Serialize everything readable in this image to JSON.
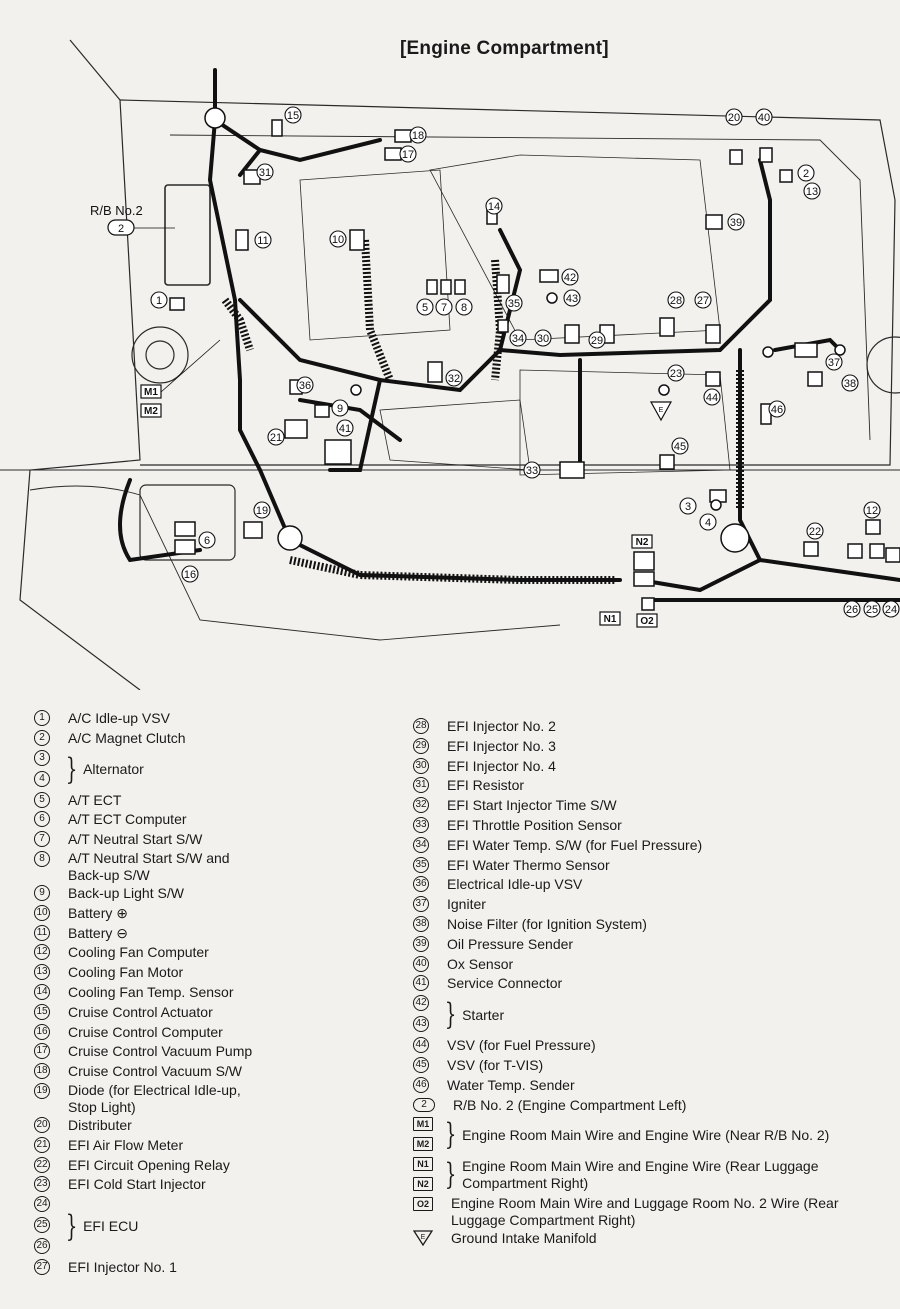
{
  "page": {
    "title": "[Engine Compartment]"
  },
  "diagram": {
    "rb_label": "R/B No.2",
    "rb_tag": "2",
    "ground_tag": "E",
    "callouts": [
      "15",
      "18",
      "17",
      "31",
      "20",
      "40",
      "2",
      "13",
      "14",
      "39",
      "11",
      "10",
      "42",
      "43",
      "5",
      "7",
      "8",
      "35",
      "34",
      "30",
      "29",
      "28",
      "27",
      "1",
      "36",
      "32",
      "23",
      "37",
      "38",
      "9",
      "44",
      "46",
      "21",
      "41",
      "45",
      "33",
      "3",
      "4",
      "19",
      "6",
      "16",
      "12",
      "22",
      "26",
      "25",
      "24"
    ],
    "box_tags": [
      "M1",
      "M2",
      "N2",
      "N1",
      "O2"
    ]
  },
  "legend_left": {
    "items": [
      {
        "nums": [
          "1"
        ],
        "label": "A/C Idle-up VSV"
      },
      {
        "nums": [
          "2"
        ],
        "label": "A/C Magnet Clutch"
      },
      {
        "nums": [
          "3",
          "4"
        ],
        "label": "Alternator",
        "group": true
      },
      {
        "nums": [
          "5"
        ],
        "label": "A/T ECT"
      },
      {
        "nums": [
          "6"
        ],
        "label": "A/T ECT Computer"
      },
      {
        "nums": [
          "7"
        ],
        "label": "A/T Neutral Start S/W"
      },
      {
        "nums": [
          "8"
        ],
        "label": "A/T Neutral Start S/W and Back-up S/W"
      },
      {
        "nums": [
          "9"
        ],
        "label": "Back-up Light S/W"
      },
      {
        "nums": [
          "10"
        ],
        "label": "Battery ⊕"
      },
      {
        "nums": [
          "11"
        ],
        "label": "Battery ⊖"
      },
      {
        "nums": [
          "12"
        ],
        "label": "Cooling Fan Computer"
      },
      {
        "nums": [
          "13"
        ],
        "label": "Cooling Fan Motor"
      },
      {
        "nums": [
          "14"
        ],
        "label": "Cooling Fan Temp. Sensor"
      },
      {
        "nums": [
          "15"
        ],
        "label": "Cruise Control Actuator"
      },
      {
        "nums": [
          "16"
        ],
        "label": "Cruise Control Computer"
      },
      {
        "nums": [
          "17"
        ],
        "label": "Cruise Control Vacuum Pump"
      },
      {
        "nums": [
          "18"
        ],
        "label": "Cruise Control Vacuum S/W"
      },
      {
        "nums": [
          "19"
        ],
        "label": "Diode (for Electrical Idle-up, Stop Light)"
      },
      {
        "nums": [
          "20"
        ],
        "label": "Distributer"
      },
      {
        "nums": [
          "21"
        ],
        "label": "EFI Air Flow Meter"
      },
      {
        "nums": [
          "22"
        ],
        "label": "EFI Circuit Opening Relay"
      },
      {
        "nums": [
          "23"
        ],
        "label": "EFI Cold Start Injector"
      },
      {
        "nums": [
          "24",
          "25",
          "26"
        ],
        "label": "EFI ECU",
        "group": true
      },
      {
        "nums": [
          "27"
        ],
        "label": "EFI Injector No. 1"
      }
    ]
  },
  "legend_right": {
    "items": [
      {
        "nums": [
          "28"
        ],
        "label": "EFI Injector No. 2"
      },
      {
        "nums": [
          "29"
        ],
        "label": "EFI Injector No. 3"
      },
      {
        "nums": [
          "30"
        ],
        "label": "EFI Injector No. 4"
      },
      {
        "nums": [
          "31"
        ],
        "label": "EFI Resistor"
      },
      {
        "nums": [
          "32"
        ],
        "label": "EFI Start Injector Time S/W"
      },
      {
        "nums": [
          "33"
        ],
        "label": "EFI Throttle Position Sensor"
      },
      {
        "nums": [
          "34"
        ],
        "label": "EFI Water Temp. S/W (for Fuel Pressure)"
      },
      {
        "nums": [
          "35"
        ],
        "label": "EFI Water Thermo Sensor"
      },
      {
        "nums": [
          "36"
        ],
        "label": "Electrical Idle-up VSV"
      },
      {
        "nums": [
          "37"
        ],
        "label": "Igniter"
      },
      {
        "nums": [
          "38"
        ],
        "label": "Noise Filter (for Ignition System)"
      },
      {
        "nums": [
          "39"
        ],
        "label": "Oil Pressure Sender"
      },
      {
        "nums": [
          "40"
        ],
        "label": "Ox Sensor"
      },
      {
        "nums": [
          "41"
        ],
        "label": "Service Connector"
      },
      {
        "nums": [
          "42",
          "43"
        ],
        "label": "Starter",
        "group": true
      },
      {
        "nums": [
          "44"
        ],
        "label": "VSV (for Fuel Pressure)"
      },
      {
        "nums": [
          "45"
        ],
        "label": "VSV (for T-VIS)"
      },
      {
        "nums": [
          "46"
        ],
        "label": "Water Temp. Sender"
      },
      {
        "nums": [
          "2"
        ],
        "kind": "pill",
        "label": "R/B No. 2 (Engine Compartment Left)"
      },
      {
        "nums": [
          "M1",
          "M2"
        ],
        "kind": "sq",
        "label": "Engine Room Main Wire and Engine Wire (Near R/B No. 2)",
        "group": true
      },
      {
        "nums": [
          "N1",
          "N2"
        ],
        "kind": "sq",
        "label": "Engine Room Main Wire and Engine Wire (Rear Luggage Compartment Right)",
        "group": true
      },
      {
        "nums": [
          "O2"
        ],
        "kind": "sq",
        "label": "Engine Room Main Wire and Luggage Room No. 2 Wire (Rear Luggage Compartment Right)"
      },
      {
        "nums": [
          "E"
        ],
        "kind": "tri",
        "label": "Ground Intake Manifold"
      }
    ]
  }
}
